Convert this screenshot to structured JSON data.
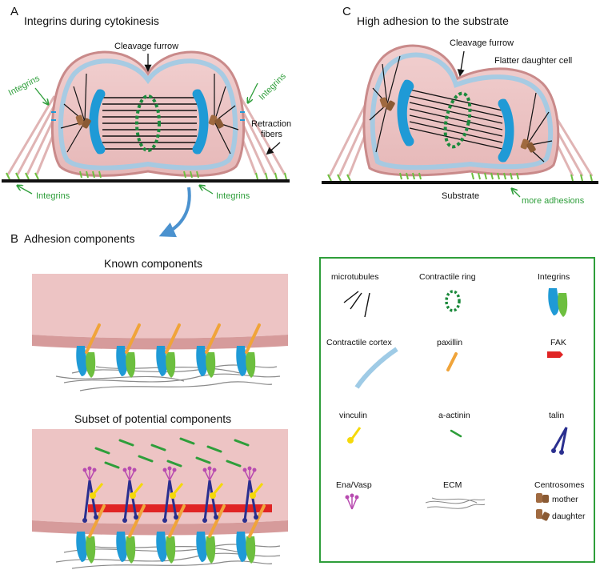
{
  "panel_a": {
    "letter": "A",
    "title": "Integrins during cytokinesis",
    "cleavage_label": "Cleavage furrow",
    "integrins_left": "Integrins",
    "integrins_right": "Integrins",
    "integrins_bottom_left": "Integrins",
    "integrins_bottom_right": "Integrins",
    "retraction_line1": "Retraction",
    "retraction_line2": "fibers"
  },
  "panel_c": {
    "letter": "C",
    "title": "High adhesion to the substrate",
    "cleavage_label": "Cleavage furrow",
    "flatter_label": "Flatter daughter cell",
    "substrate_label": "Substrate",
    "more_adhesions": "more adhesions"
  },
  "panel_b": {
    "letter": "B",
    "title": "Adhesion components",
    "known_title": "Known components",
    "subset_title": "Subset of potential components"
  },
  "legend": {
    "items": [
      {
        "key": "microtubules",
        "label": "microtubules",
        "icon": "microtubules-icon"
      },
      {
        "key": "ring",
        "label": "Contractile ring",
        "icon": "contractile-ring-icon"
      },
      {
        "key": "integrins",
        "label": "Integrins",
        "icon": "integrin-icon"
      },
      {
        "key": "cortex",
        "label": "Contractile cortex",
        "icon": "contractile-cortex-icon"
      },
      {
        "key": "paxillin",
        "label": "paxillin",
        "icon": "paxillin-icon"
      },
      {
        "key": "fak",
        "label": "FAK",
        "icon": "fak-icon"
      },
      {
        "key": "vinculin",
        "label": "vinculin",
        "icon": "vinculin-icon"
      },
      {
        "key": "actinin",
        "label": "a-actinin",
        "icon": "actinin-icon"
      },
      {
        "key": "talin",
        "label": "talin",
        "icon": "talin-icon"
      },
      {
        "key": "enavasp",
        "label": "Ena/Vasp",
        "icon": "ena-vasp-icon"
      },
      {
        "key": "ecm",
        "label": "ECM",
        "icon": "ecm-icon"
      },
      {
        "key": "centrosomes",
        "label": "Centrosomes",
        "icon": "centrosome-icon"
      }
    ],
    "mother_label": "mother",
    "daughter_label": "daughter"
  },
  "colors": {
    "cell_fill": "#e9c3c3",
    "cell_edge": "#c98a8a",
    "cortex": "#9fcbe6",
    "integrin_blue": "#1f9ad6",
    "integrin_green": "#6dbf3f",
    "ring_green": "#1c8a3c",
    "paxillin": "#f0a43a",
    "fak": "#e02424",
    "vinculin": "#f5d90a",
    "actinin": "#2e9e3a",
    "talin": "#2a2f8f",
    "ena_vasp": "#b84bb0",
    "ecm": "#8a8a8a",
    "centrosome": "#a06a40",
    "arrow_blue": "#4b92cf",
    "label_green": "#2e9e3a",
    "legend_border": "#2e9e3a"
  }
}
